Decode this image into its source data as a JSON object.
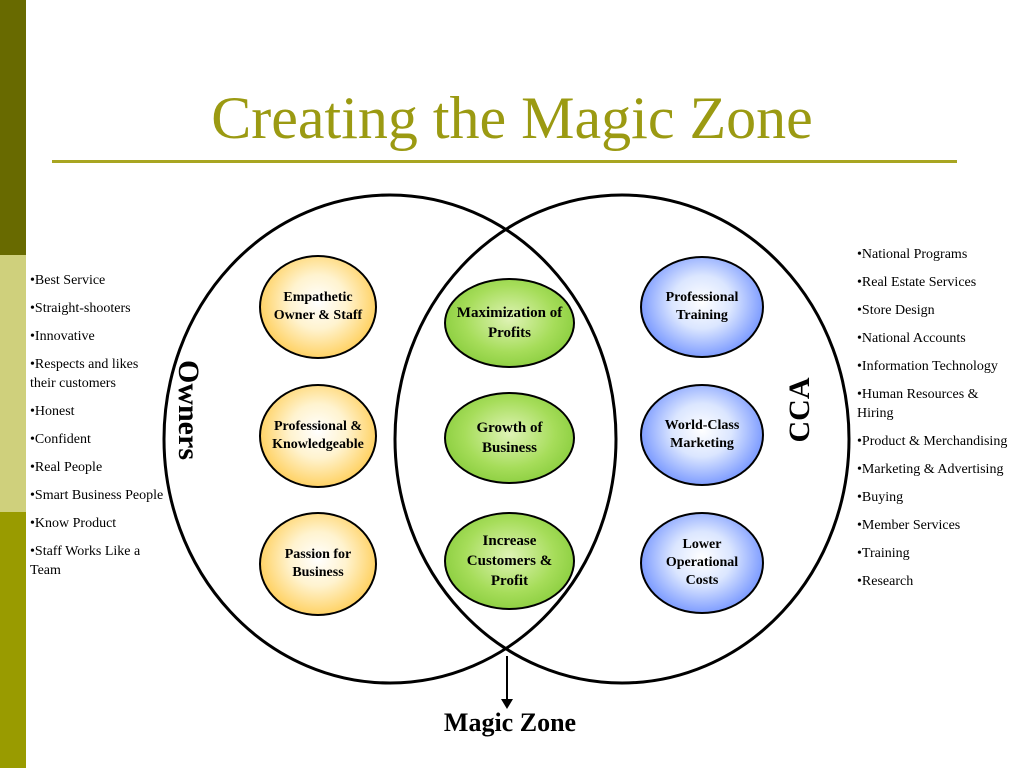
{
  "title": "Creating the Magic Zone",
  "colors": {
    "title": "#9b9a12",
    "rule": "#a8a521",
    "sidebar_top": "#686a00",
    "sidebar_mid": "#cfd07c",
    "sidebar_bottom": "#999b00",
    "owner_bubble": "#fbc43c",
    "middle_bubble": "#8ccf3a",
    "cca_bubble": "#4b6ff5"
  },
  "labels": {
    "owners": "Owners",
    "cca": "CCA",
    "magic_zone": "Magic Zone"
  },
  "owner_bubbles": [
    "Empathetic Owner & Staff",
    "Professional & Knowledgeable",
    "Passion for Business"
  ],
  "middle_bubbles": [
    "Maximization of Profits",
    "Growth of Business",
    "Increase Customers & Profit"
  ],
  "cca_bubbles": [
    "Professional Training",
    "World-Class Marketing",
    "Lower Operational Costs"
  ],
  "owner_traits": [
    "•Best Service",
    "•Straight-shooters",
    "•Innovative",
    "•Respects and likes their customers",
    "•Honest",
    "•Confident",
    "•Real People",
    "•Smart Business People",
    "•Know Product",
    "•Staff Works Like a Team"
  ],
  "cca_services": [
    "•National Programs",
    "•Real Estate Services",
    "•Store Design",
    "•National Accounts",
    "•Information Technology",
    "•Human Resources & Hiring",
    "•Product & Merchandising",
    "•Marketing & Advertising",
    "•Buying",
    "•Member Services",
    "•Training",
    "•Research"
  ]
}
